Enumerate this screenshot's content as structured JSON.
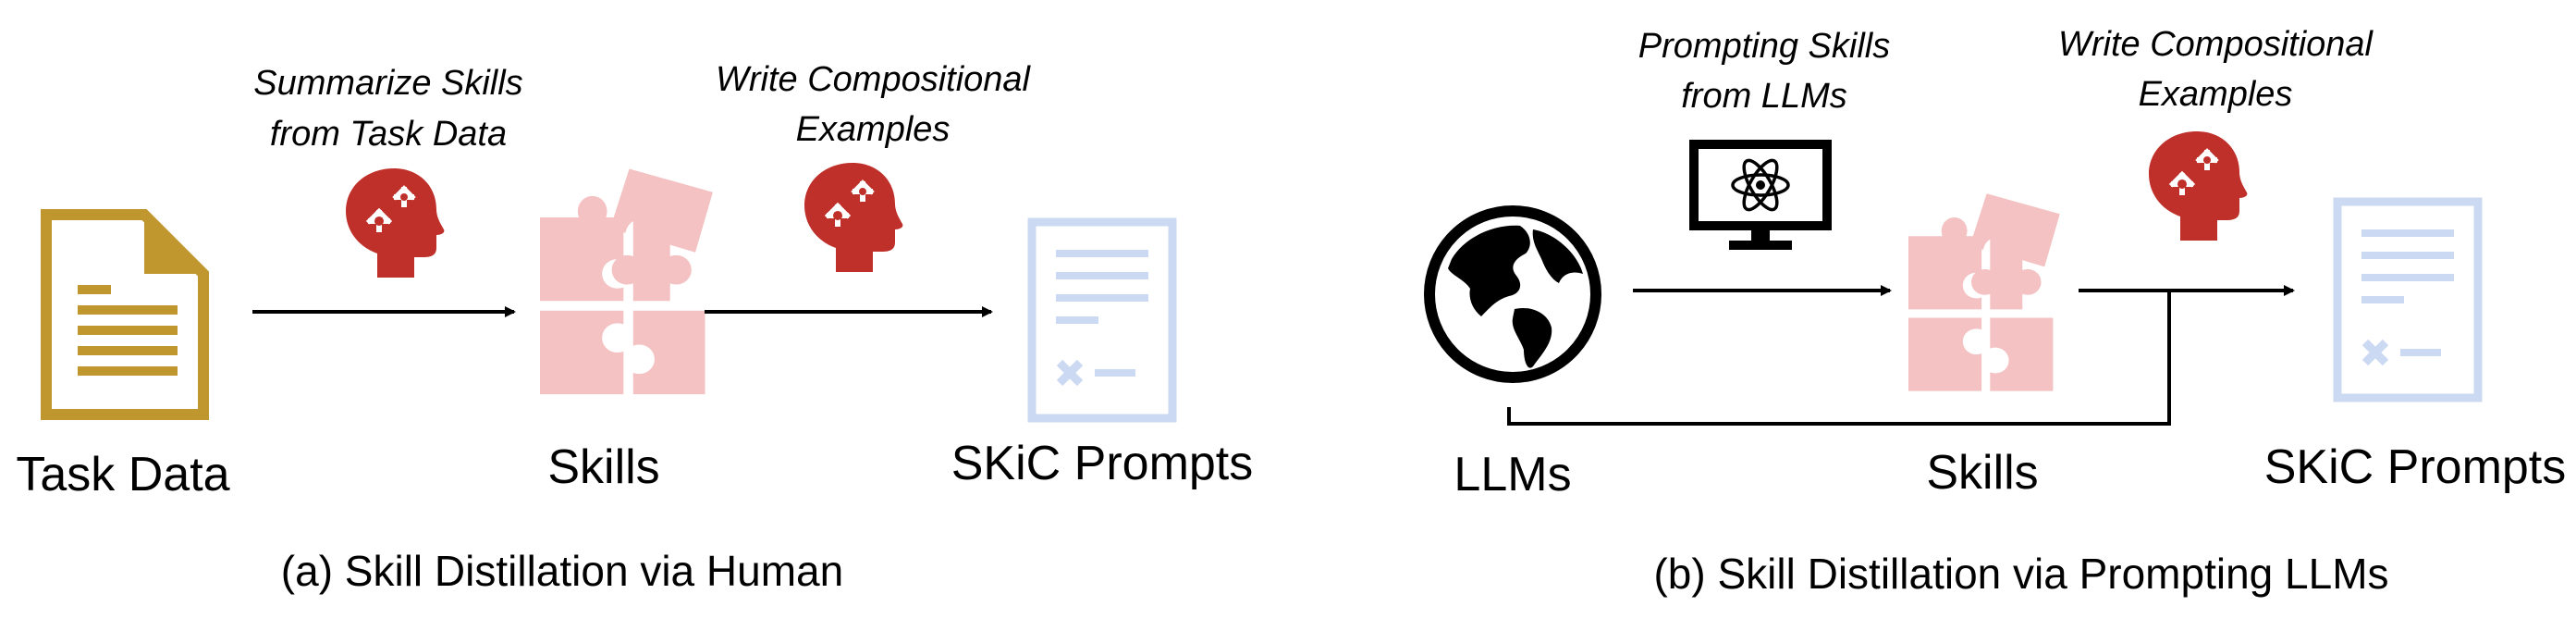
{
  "panel_a": {
    "caption": "(a) Skill Distillation via Human",
    "nodes": {
      "task_data": "Task Data",
      "skills": "Skills",
      "prompts": "SKiC Prompts"
    },
    "steps": {
      "summarize_line1": "Summarize Skills",
      "summarize_line2": "from Task Data",
      "write_line1": "Write Compositional",
      "write_line2": "Examples"
    }
  },
  "panel_b": {
    "caption": "(b) Skill Distillation via Prompting LLMs",
    "nodes": {
      "llms": "LLMs",
      "skills": "Skills",
      "prompts": "SKiC Prompts"
    },
    "steps": {
      "prompting_line1": "Prompting Skills",
      "prompting_line2": "from LLMs",
      "write_line1": "Write Compositional",
      "write_line2": "Examples"
    }
  },
  "colors": {
    "document": "#C0962E",
    "head": "#C0302A",
    "puzzle": "#F4C2C2",
    "prompt_doc": "#CCD9F2"
  },
  "icons": [
    "document-icon",
    "head-gears-icon",
    "puzzle-icon",
    "prompt-document-icon",
    "globe-icon",
    "monitor-atom-icon"
  ]
}
